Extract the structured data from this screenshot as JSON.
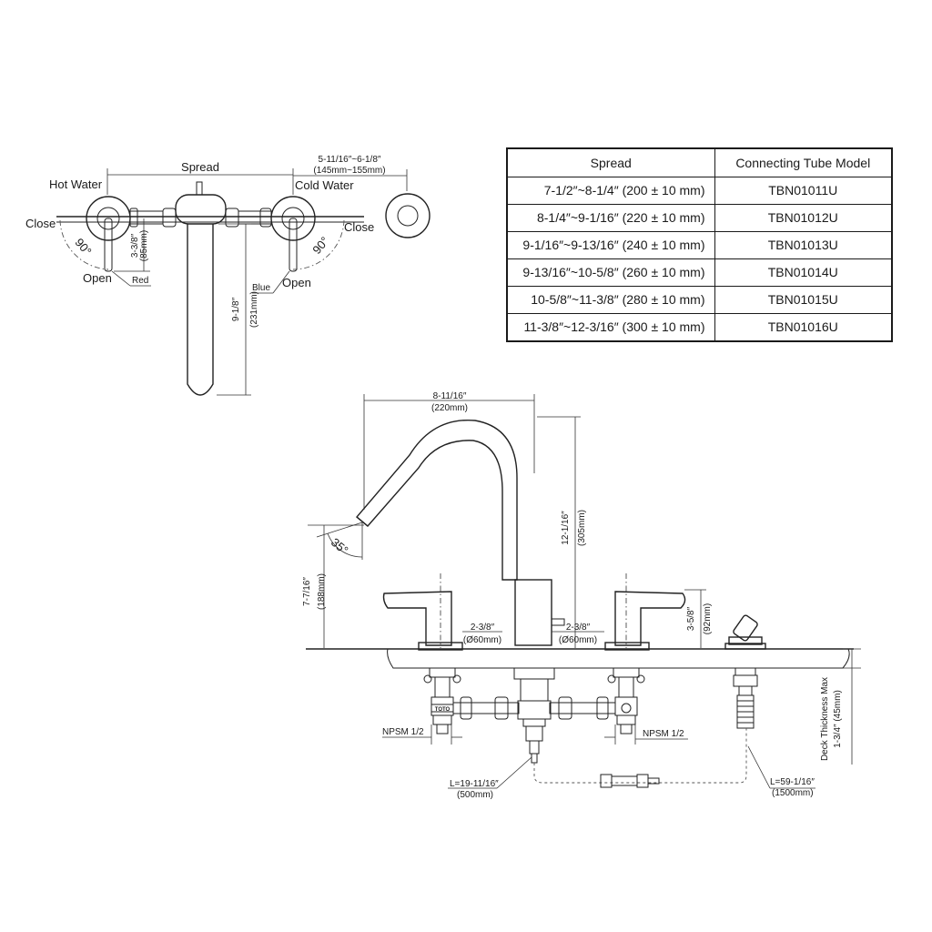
{
  "table": {
    "headers": [
      "Spread",
      "Connecting Tube Model"
    ],
    "rows": [
      {
        "spread": "7-1/2″~8-1/4″ (200 ± 10 mm)",
        "model": "TBN01011U"
      },
      {
        "spread": "8-1/4″~9-1/16″ (220 ± 10 mm)",
        "model": "TBN01012U"
      },
      {
        "spread": "9-1/16″~9-13/16″ (240 ± 10 mm)",
        "model": "TBN01013U"
      },
      {
        "spread": "9-13/16″~10-5/8″ (260 ± 10 mm)",
        "model": "TBN01014U"
      },
      {
        "spread": "10-5/8″~11-3/8″ (280 ± 10 mm)",
        "model": "TBN01015U"
      },
      {
        "spread": "11-3/8″~12-3/16″ (300 ± 10 mm)",
        "model": "TBN01016U"
      }
    ]
  },
  "top_view": {
    "spread": "Spread",
    "hot_water": "Hot Water",
    "cold_water": "Cold Water",
    "close_left": "Close",
    "close_right": "Close",
    "open_left": "Open",
    "open_right": "Open",
    "angle_left": "90°",
    "angle_right": "90°",
    "red": "Red",
    "blue": "Blue",
    "handle_in": "3-3/8″",
    "handle_mm": "(85mm)",
    "range_in": "5-11/16″~6-1/8″",
    "range_mm": "(145mm~155mm)",
    "spout_in": "9-1/8″",
    "spout_mm": "(231mm)"
  },
  "side_view": {
    "reach_in": "8-11/16″",
    "reach_mm": "(220mm)",
    "height_in": "12-1/16″",
    "height_mm": "(305mm)",
    "angle": "35°",
    "outlet_in": "7-7/16″",
    "outlet_mm": "(188mm)",
    "base_left_in": "2-3/8″",
    "base_left_mm": "(Ø60mm)",
    "base_right_in": "2-3/8″",
    "base_right_mm": "(Ø60mm)",
    "handle_h_in": "3-5/8″",
    "handle_h_mm": "(92mm)",
    "deck_label": "Deck Thickness Max",
    "deck_in": "1-3/4″ (45mm)",
    "npsm_left": "NPSM 1/2",
    "npsm_right": "NPSM 1/2",
    "tube_in": "L=19-11/16″",
    "tube_mm": "(500mm)",
    "hose_in": "L=59-1/16″",
    "hose_mm": "(1500mm)",
    "brand": "TOTO"
  }
}
